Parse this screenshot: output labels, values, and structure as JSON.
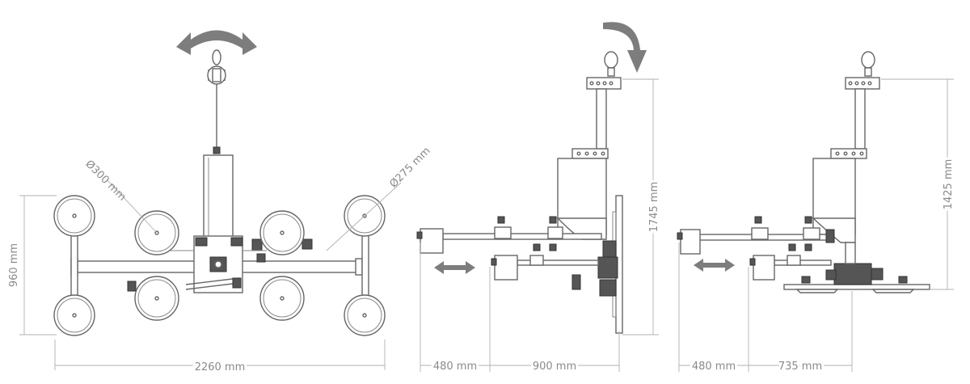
{
  "front_view": {
    "width": "2260 mm",
    "height": "960 mm",
    "pad_large": "Ø300 mm",
    "pad_small": "Ø275 mm"
  },
  "side_view_vertical": {
    "reach": "480 mm",
    "depth": "900 mm",
    "height": "1745 mm"
  },
  "side_view_horizontal": {
    "reach": "480 mm",
    "depth": "735 mm",
    "height": "1425 mm"
  }
}
